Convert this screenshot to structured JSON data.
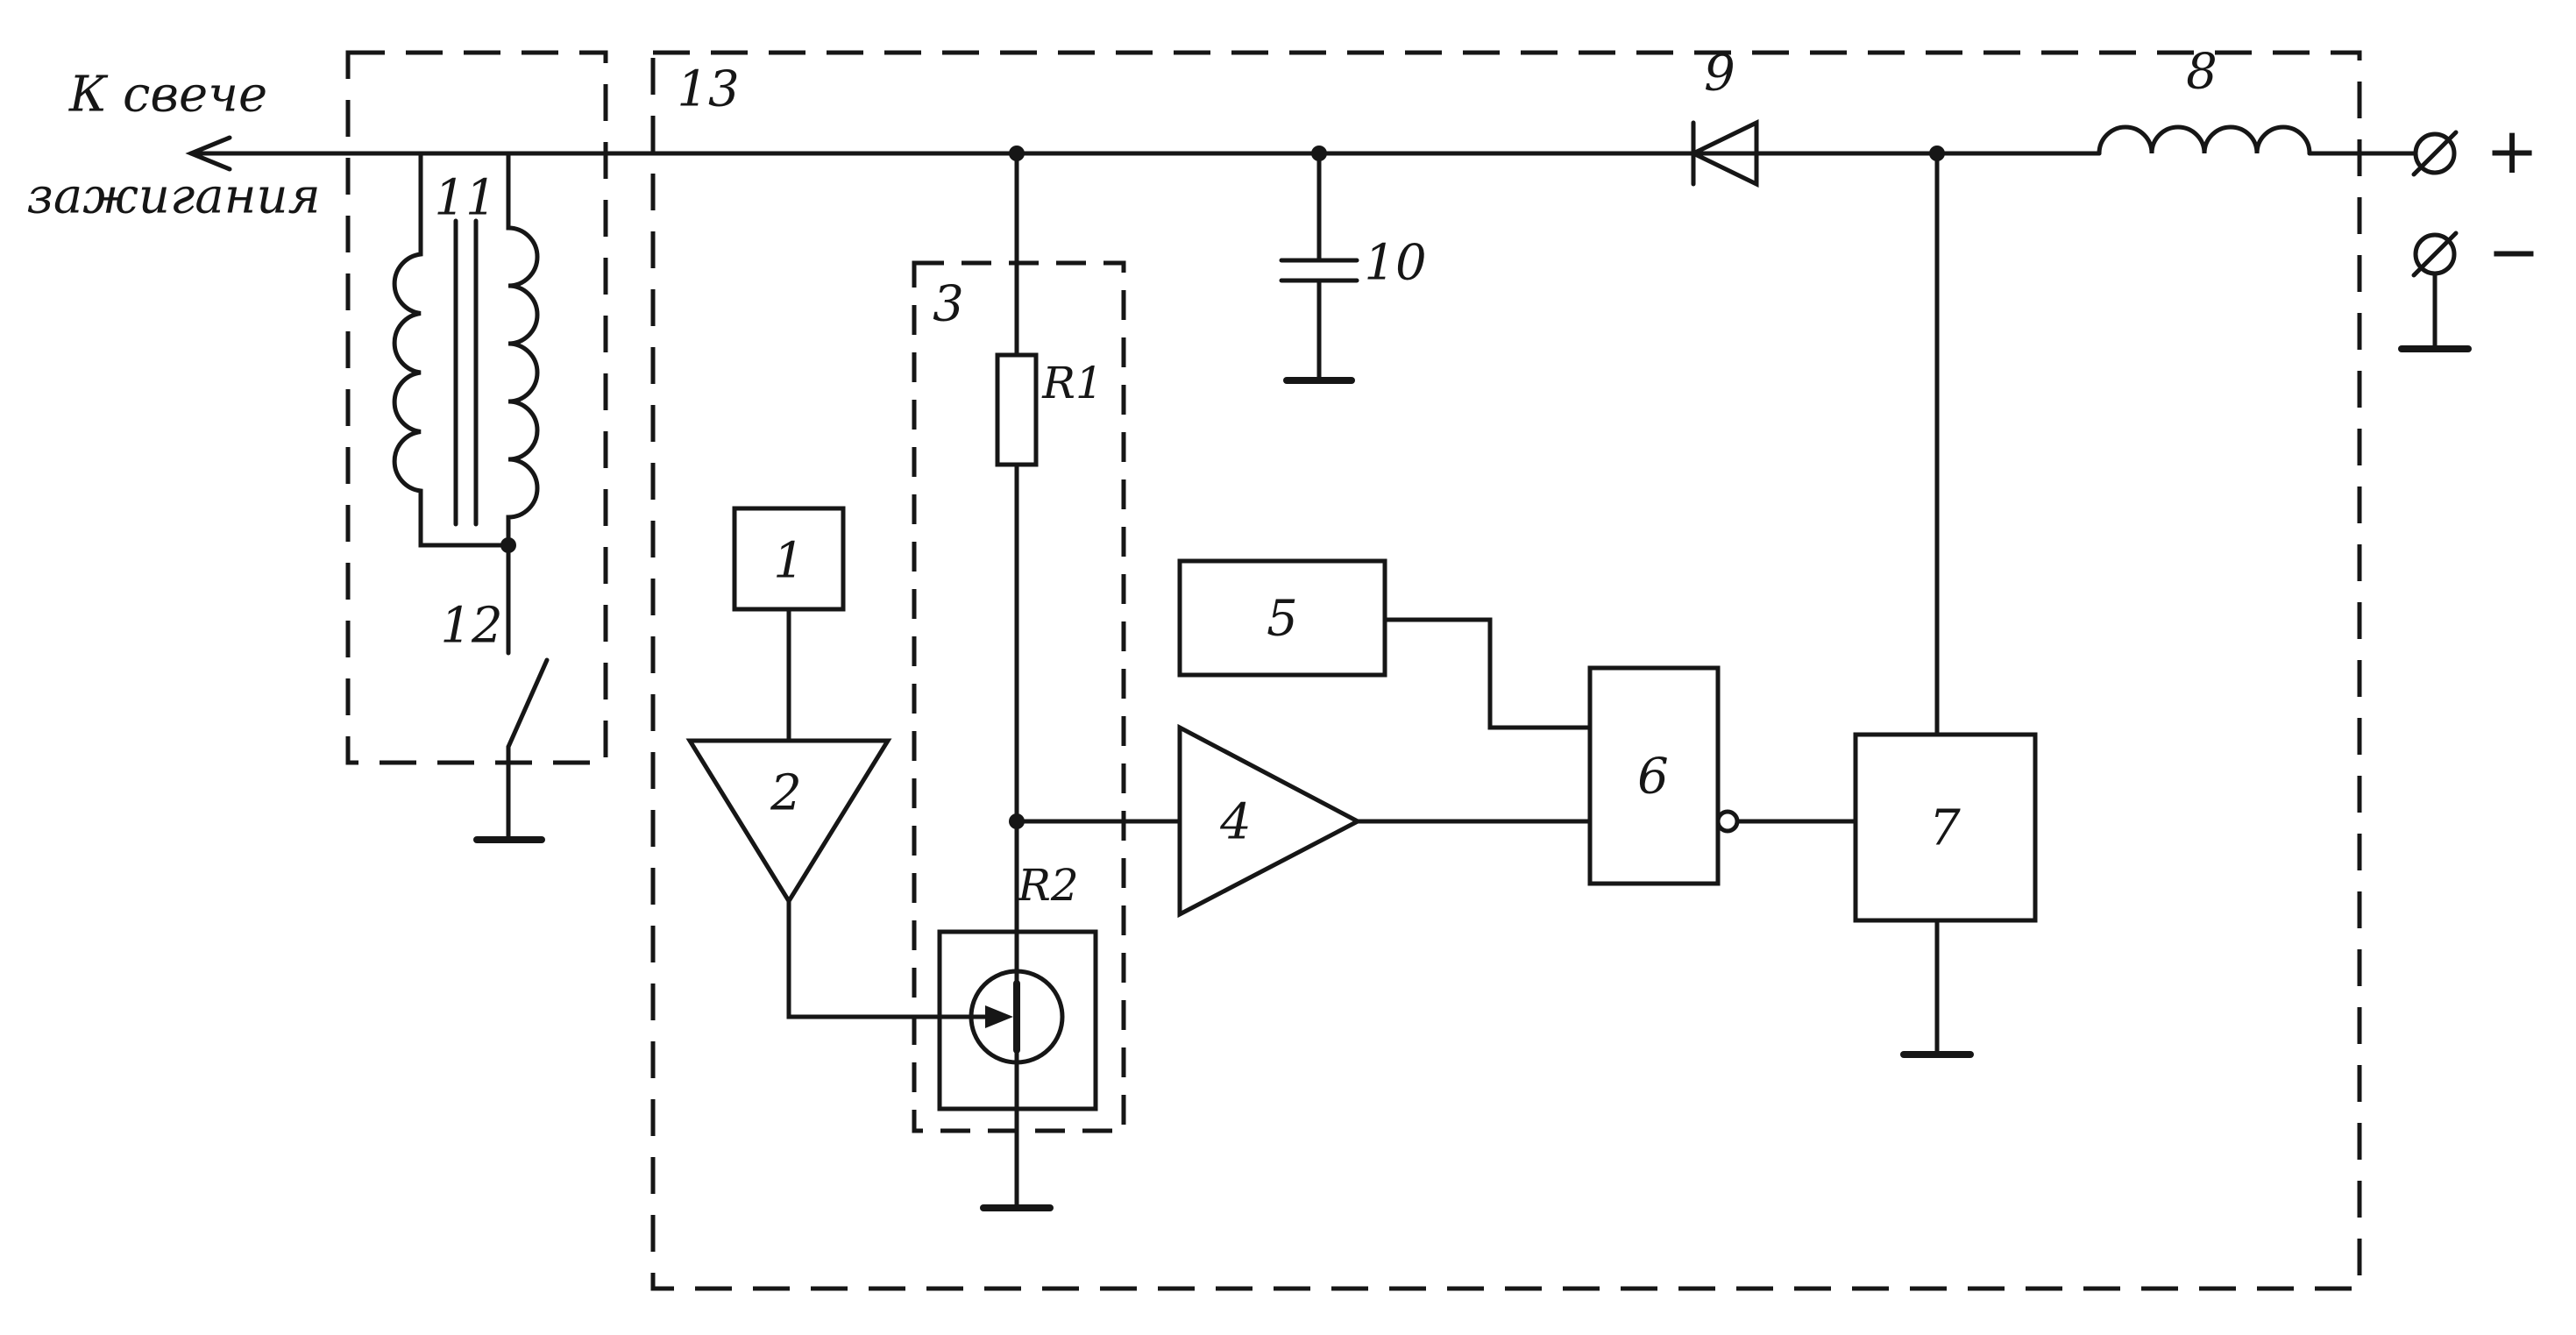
{
  "title": {
    "line1": "К свече",
    "line2": "зажигания"
  },
  "labels": {
    "b1": "1",
    "b2": "2",
    "b3": "3",
    "b4": "4",
    "b5": "5",
    "b6": "6",
    "b7": "7",
    "b8": "8",
    "b9": "9",
    "b10": "10",
    "b11": "11",
    "b12": "12",
    "b13": "13",
    "r1": "R1",
    "r2": "R2",
    "plus": "+",
    "minus": "−"
  },
  "colors": {
    "ink": "#161616",
    "paper": "#ffffff"
  }
}
